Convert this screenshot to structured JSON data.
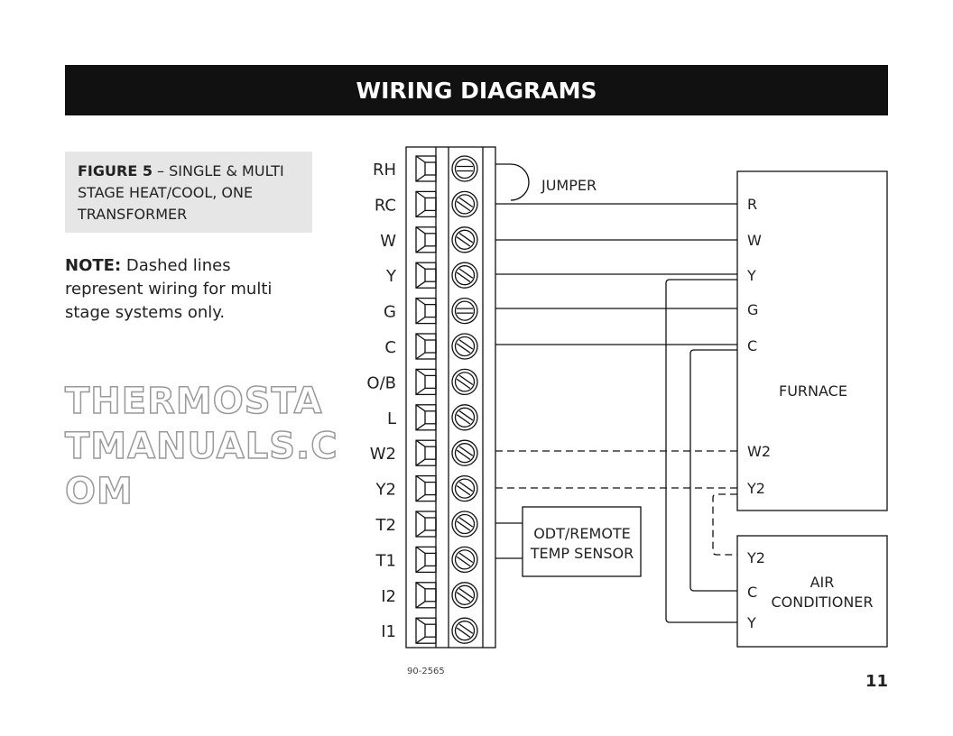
{
  "header": {
    "title": "WIRING DIAGRAMS"
  },
  "figure": {
    "label": "FIGURE 5",
    "caption": " – SINGLE & MULTI STAGE HEAT/COOL, ONE TRANSFORMER"
  },
  "note": {
    "label": "NOTE:",
    "text": " Dashed lines represent wiring for multi stage systems only."
  },
  "terminals": [
    "RH",
    "RC",
    "W",
    "Y",
    "G",
    "C",
    "O/B",
    "L",
    "W2",
    "Y2",
    "T2",
    "T1",
    "I2",
    "I1"
  ],
  "jumper_label": "JUMPER",
  "sensor": {
    "line1": "ODT/REMOTE",
    "line2": "TEMP SENSOR"
  },
  "furnace": {
    "label": "FURNACE",
    "terminals": [
      "R",
      "W",
      "Y",
      "G",
      "C",
      "W2",
      "Y2"
    ]
  },
  "ac": {
    "line1": "AIR",
    "line2": "CONDITIONER",
    "terminals": [
      "Y2",
      "C",
      "Y"
    ]
  },
  "watermark": "THERMOSTATMANUALS.COM",
  "footer": {
    "code": "90-2565",
    "page": "11"
  }
}
